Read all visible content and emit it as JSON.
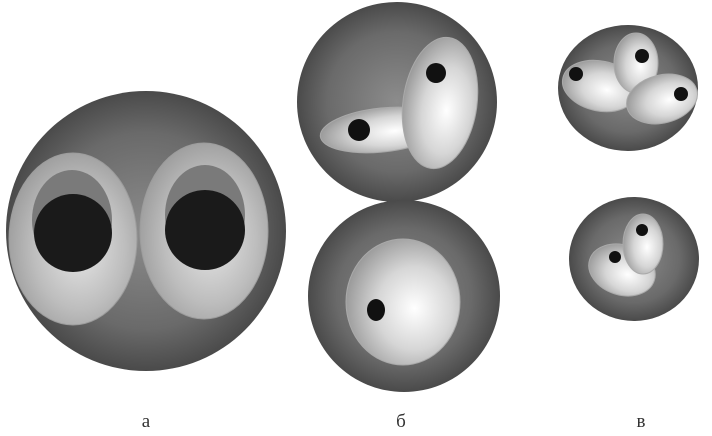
{
  "figure": {
    "panels": [
      {
        "id": "a",
        "label": "а"
      },
      {
        "id": "b",
        "label": "б"
      },
      {
        "id": "v",
        "label": "в"
      }
    ]
  },
  "colors": {
    "background": "#ffffff",
    "sphere_dark": "#4d4d4d",
    "sphere_mid": "#777777",
    "inner_light": "#f4f4f4",
    "inner_mid": "#b8b8b8",
    "inner_dark": "#8a8a8a",
    "nucleus": "#1a1a1a",
    "label_text": "#333333"
  }
}
